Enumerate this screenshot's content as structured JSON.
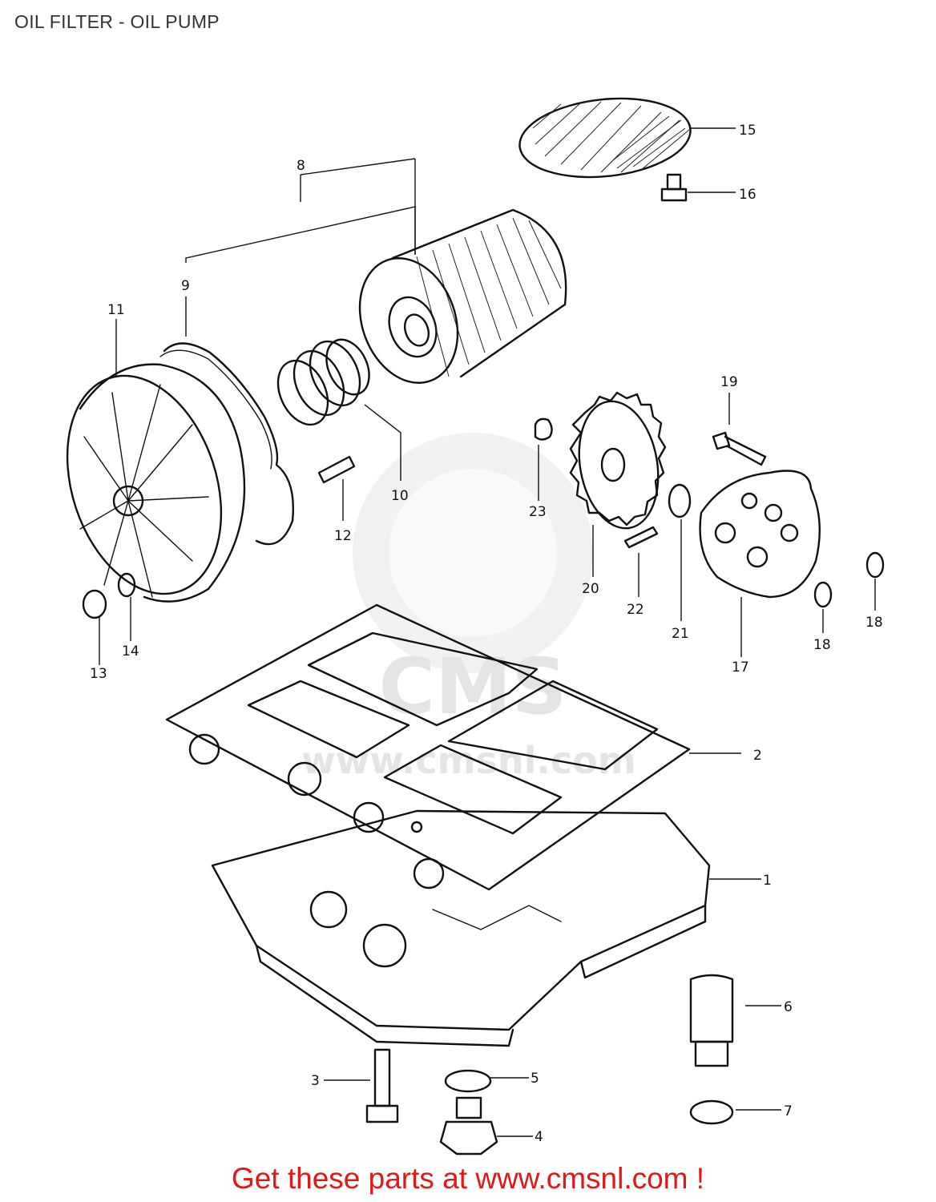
{
  "page": {
    "title": "OIL FILTER - OIL PUMP",
    "footer_link": "Get these parts at www.cmsnl.com !"
  },
  "watermark": {
    "text": "www.cmsnl.com",
    "logo": "CMS"
  },
  "parts": [
    {
      "id": "part-1",
      "number": "1"
    },
    {
      "id": "part-2",
      "number": "2"
    },
    {
      "id": "part-3",
      "number": "3"
    },
    {
      "id": "part-4",
      "number": "4"
    },
    {
      "id": "part-5",
      "number": "5"
    },
    {
      "id": "part-6",
      "number": "6"
    },
    {
      "id": "part-7",
      "number": "7"
    },
    {
      "id": "part-8",
      "number": "8"
    },
    {
      "id": "part-9",
      "number": "9"
    },
    {
      "id": "part-10",
      "number": "10"
    },
    {
      "id": "part-11",
      "number": "11"
    },
    {
      "id": "part-12",
      "number": "12"
    },
    {
      "id": "part-13-left",
      "number": "13"
    },
    {
      "id": "part-14",
      "number": "14"
    },
    {
      "id": "part-15",
      "number": "15"
    },
    {
      "id": "part-16",
      "number": "16"
    },
    {
      "id": "part-17",
      "number": "17"
    },
    {
      "id": "part-18-a",
      "number": "18"
    },
    {
      "id": "part-18-b",
      "number": "18"
    },
    {
      "id": "part-19",
      "number": "19"
    },
    {
      "id": "part-20",
      "number": "20"
    },
    {
      "id": "part-21",
      "number": "21"
    },
    {
      "id": "part-22",
      "number": "22"
    },
    {
      "id": "part-23",
      "number": "23"
    }
  ]
}
